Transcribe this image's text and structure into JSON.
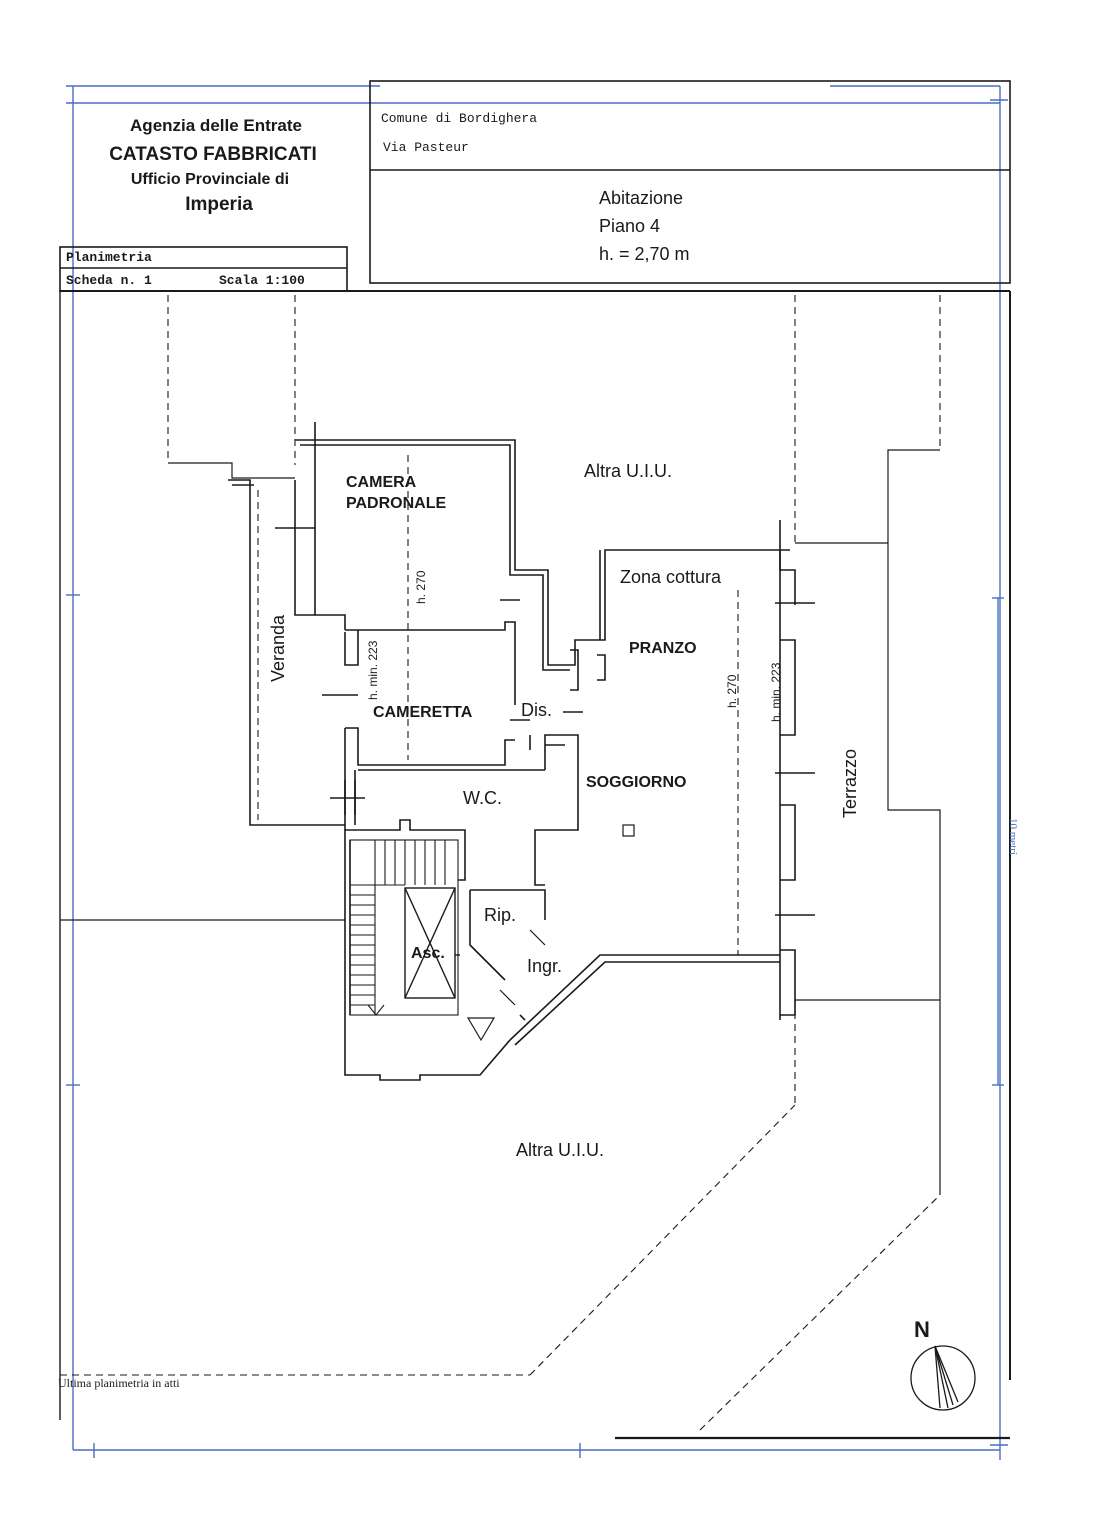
{
  "header": {
    "agency": "Agenzia delle Entrate",
    "catasto": "CATASTO FABBRICATI",
    "ufficio": "Ufficio Provinciale di",
    "provincia": "Imperia",
    "comune": "Comune di Bordighera",
    "via": "Via Pasteur",
    "unit_type": "Abitazione",
    "floor": "Piano 4",
    "height": "h. = 2,70 m",
    "planimetria_label": "Planimetria",
    "scheda": "Scheda n. 1",
    "scala": "Scala 1:100"
  },
  "rooms": {
    "camera_line1": "CAMERA",
    "camera_line2": "PADRONALE",
    "altra_top": "Altra U.I.U.",
    "zona_cottura": "Zona cottura",
    "pranzo": "PRANZO",
    "veranda": "Veranda",
    "cameretta": "CAMERETTA",
    "dis": "Dis.",
    "soggiorno": "SOGGIORNO",
    "wc": "W.C.",
    "terrazzo": "Terrazzo",
    "rip": "Rip.",
    "asc": "Asc.",
    "ingr": "Ingr.",
    "altra_bottom": "Altra U.I.U."
  },
  "heights": {
    "h270_camera": "h. 270",
    "hmin223_cameretta": "h. min. 223",
    "h270_soggiorno": "h. 270",
    "hmin223_soggiorno": "h. min. 223"
  },
  "annotations": {
    "scale_bar": "10 metri",
    "footer": "Ultima planimetria in atti",
    "north": "N"
  },
  "colors": {
    "ink": "#1a1a1a",
    "frame_blue": "#4a6fc4"
  }
}
